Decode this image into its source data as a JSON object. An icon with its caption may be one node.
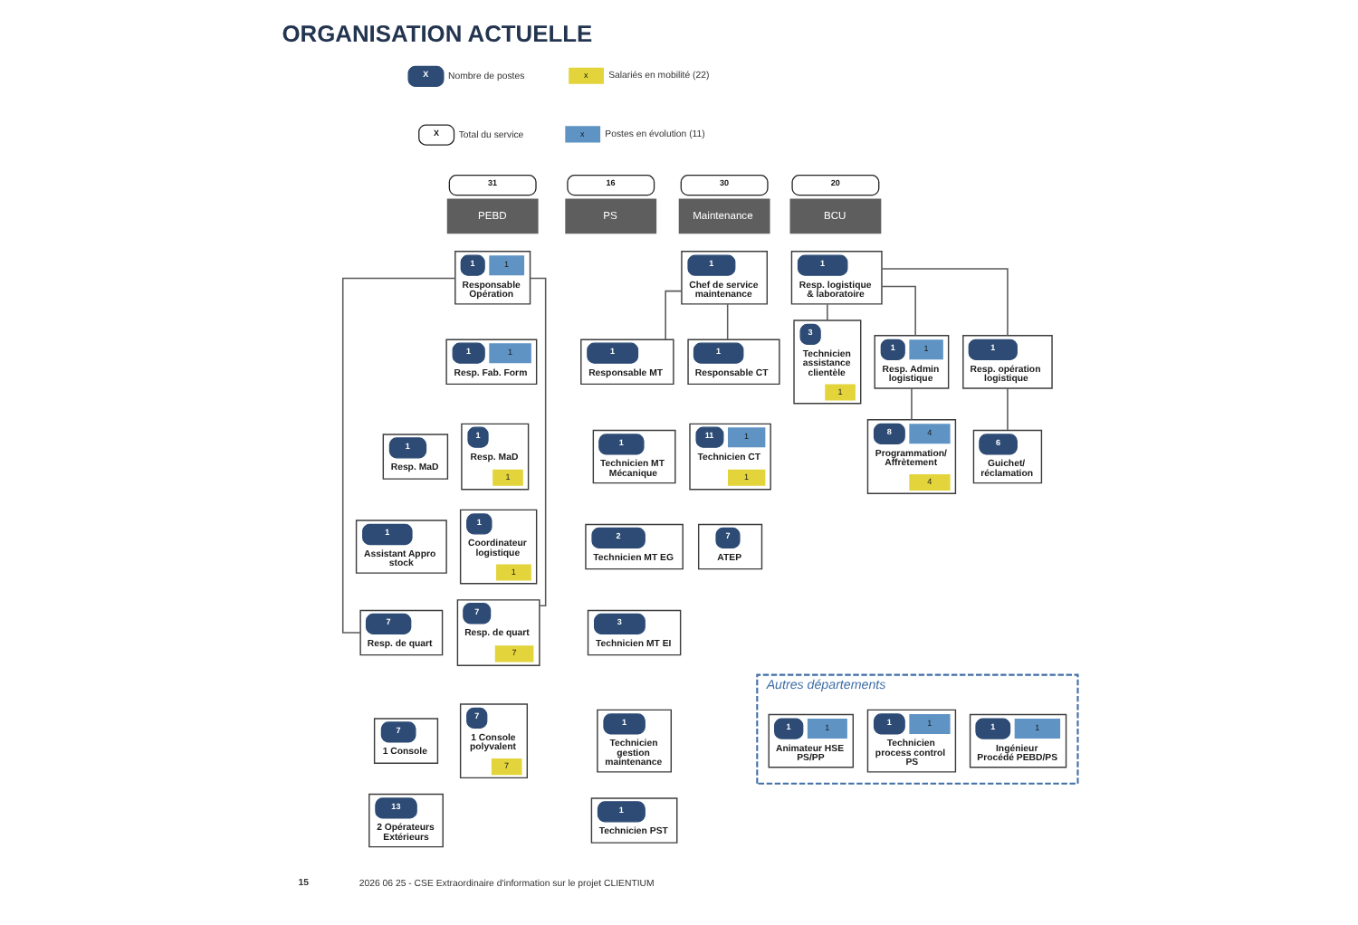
{
  "diagram": {
    "title": "ORGANISATION ACTUELLE",
    "nodes": [
      {
        "text": [
          "PEBD"
        ],
        "beside": [
          "31"
        ]
      },
      {
        "text": [
          "PS"
        ],
        "beside": [
          "16"
        ]
      },
      {
        "text": [
          "1",
          "1",
          "Responsable Opération"
        ]
      },
      {
        "text": [
          "1",
          "1",
          "Resp. Fab. Form"
        ]
      },
      {
        "text": [
          "1",
          "Resp. MaD"
        ]
      },
      {
        "text": [
          "1",
          "Resp. MaD",
          "1"
        ]
      },
      {
        "text": [
          "1",
          "Assistant Appro stock"
        ]
      },
      {
        "text": [
          "1",
          "Coordinateur logistique",
          "1"
        ]
      },
      {
        "text": [
          "7",
          "Resp. de quart"
        ]
      },
      {
        "text": [
          "7",
          "Resp. de quart",
          "7"
        ]
      },
      {
        "text": [
          "7",
          "1 Console"
        ]
      },
      {
        "text": [
          "7",
          "1 Console polyvalent",
          "7"
        ]
      },
      {
        "text": [
          "13",
          "2 Opérateurs Extérieurs"
        ]
      },
      {
        "text": [
          "Maintenance"
        ],
        "beside": [
          "30"
        ]
      },
      {
        "text": [
          "1",
          "Chef de service maintenance"
        ]
      },
      {
        "text": [
          "1",
          "Responsable MT"
        ]
      },
      {
        "text": [
          "1",
          "Responsable CT"
        ]
      },
      {
        "text": [
          "1",
          "Technicien MT Mécanique"
        ]
      },
      {
        "text": [
          "11",
          "1",
          "Technicien CT",
          "1"
        ]
      },
      {
        "text": [
          "2",
          "Technicien MT EG"
        ]
      },
      {
        "text": [
          "7",
          "ATEP"
        ]
      },
      {
        "text": [
          "3",
          "Technicien MT EI"
        ]
      },
      {
        "text": [
          "1",
          "Technicien gestion maintenance"
        ]
      },
      {
        "text": [
          "1",
          "Technicien PST"
        ]
      },
      {
        "text": [
          "BCU"
        ],
        "beside": [
          "20"
        ]
      },
      {
        "text": [
          "1",
          "Resp. logistique & laboratoire"
        ]
      },
      {
        "text": [
          "3",
          "Technicien assistance clientèle",
          "1"
        ]
      },
      {
        "text": [
          "1",
          "1",
          "Resp. Admin logistique"
        ]
      },
      {
        "text": [
          "1",
          "Resp. opération logistique"
        ]
      },
      {
        "text": [
          "8",
          "4",
          "Programmation/ Affrètement",
          "4"
        ]
      },
      {
        "text": [
          "6",
          "Guichet/ réclamation"
        ]
      },
      {
        "text": [
          "Autres départements"
        ]
      },
      {
        "text": [
          "1",
          "1",
          "Animateur HSE PS/PP"
        ],
        "in": 31
      },
      {
        "text": [
          "1",
          "1",
          "Technicien process control PS"
        ],
        "in": 31
      },
      {
        "text": [
          "1",
          "1",
          "Ingénieur Procédé PEBD/PS"
        ],
        "in": 31
      }
    ],
    "edges": [
      {
        "from": 2,
        "to": 8,
        "arrow": "none"
      },
      {
        "from": 2,
        "to": 9,
        "arrow": "none"
      },
      {
        "from": 14,
        "to": 15,
        "arrow": "none"
      },
      {
        "from": 14,
        "to": 16,
        "arrow": "none"
      },
      {
        "from": 25,
        "to": 26,
        "arrow": "none"
      },
      {
        "from": 25,
        "to": 27,
        "arrow": "none"
      },
      {
        "from": 25,
        "to": 28,
        "arrow": "none"
      },
      {
        "from": 27,
        "to": 29,
        "arrow": "none"
      },
      {
        "from": 28,
        "to": 30,
        "arrow": "none"
      }
    ],
    "labels": [
      "X",
      "x",
      "X",
      "x",
      "15",
      "2026 06 25 - CSE Extraordinaire d'information sur le projet CLIENTIUM"
    ],
    "legend": [
      {
        "text": "Nombre de postes",
        "color": "#2d4b74"
      },
      {
        "text": "Salariés en mobilité (22)",
        "color": "#e2d43a"
      },
      {
        "text": "Total du service"
      },
      {
        "text": "Postes en évolution (11)",
        "color": "#5e93c4"
      }
    ]
  }
}
